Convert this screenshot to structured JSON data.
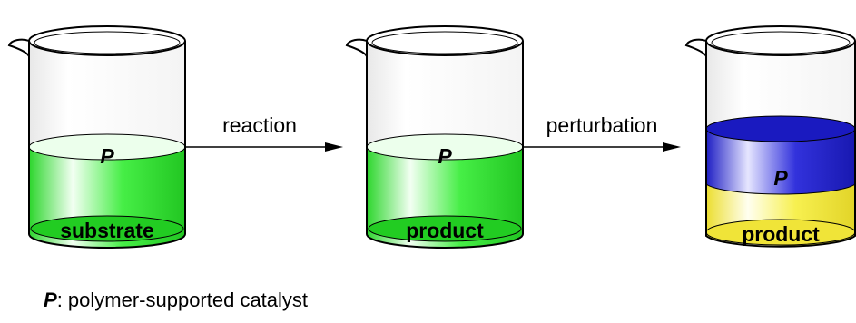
{
  "beakers": [
    {
      "content_label": "substrate",
      "catalyst_label": "P"
    },
    {
      "content_label": "product",
      "catalyst_label": "P"
    },
    {
      "content_label": "product",
      "catalyst_label": "P"
    }
  ],
  "arrows": [
    {
      "label": "reaction"
    },
    {
      "label": "perturbation"
    }
  ],
  "legend": {
    "symbol": "P",
    "text": ": polymer-supported catalyst"
  },
  "colors": {
    "green_liquid": "#33ee33",
    "blue_phase": "#2a2ad8",
    "yellow_phase": "#f5f04a"
  }
}
